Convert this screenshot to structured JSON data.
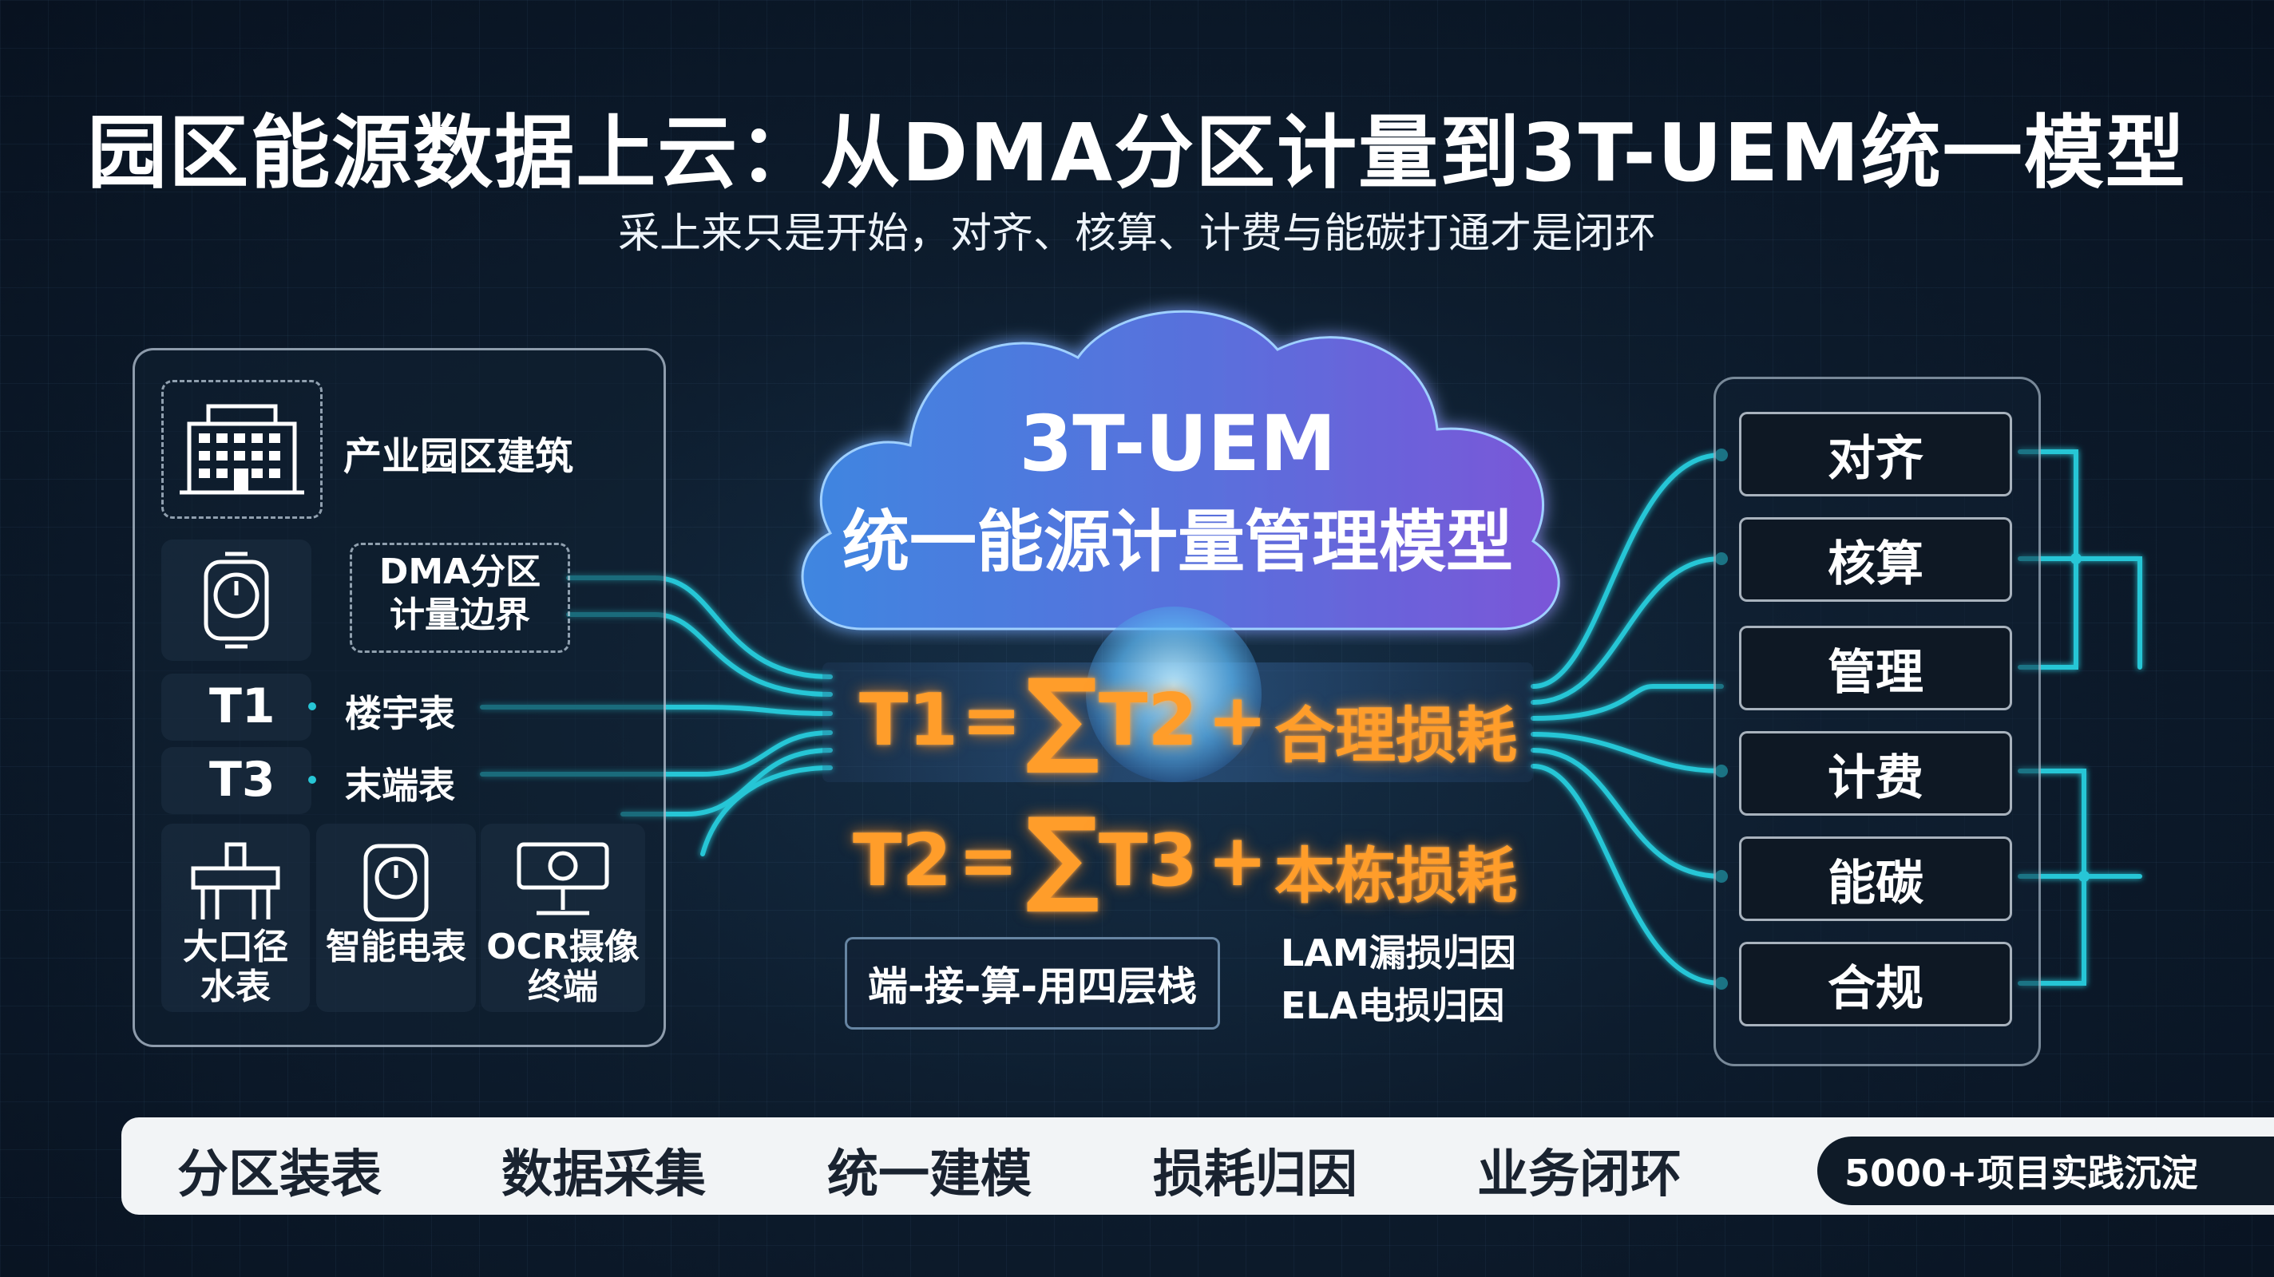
{
  "title": "园区能源数据上云：从DMA分区计量到3T-UEM统一模型",
  "subtitle": "采上来只是开始，对齐、核算、计费与能碳打通才是闭环",
  "left_panel": {
    "building_label": "产业园区建筑",
    "dma_line1": "DMA分区",
    "dma_line2": "计量边界",
    "t1_code": "T1",
    "t1_label": "楼宇表",
    "t3_code": "T3",
    "t3_label": "末端表",
    "devices": [
      {
        "line1": "大口径",
        "line2": "水表",
        "icon": "large-water-meter-icon"
      },
      {
        "line1": "智能电表",
        "line2": "",
        "icon": "smart-meter-icon"
      },
      {
        "line1": "OCR摄像",
        "line2": "终端",
        "icon": "ocr-camera-icon"
      }
    ]
  },
  "cloud": {
    "line1": "3T-UEM",
    "line2": "统一能源计量管理模型"
  },
  "formulas": {
    "f1": {
      "lhs": "T1",
      "eq": "=",
      "sigma": "∑",
      "term": "T2",
      "plus": "+",
      "rest": "合理损耗"
    },
    "f2": {
      "lhs": "T2",
      "eq": "=",
      "sigma": "∑",
      "term": "T3",
      "plus": "+",
      "rest": "本栋损耗"
    }
  },
  "stack_label": "端-接-算-用四层栈",
  "attribution": {
    "line1": "LAM漏损归因",
    "line2": "ELA电损归因"
  },
  "right_panel": {
    "items": [
      "对齐",
      "核算",
      "管理",
      "计费",
      "能碳",
      "合规"
    ]
  },
  "bottom_bar": {
    "items": [
      "分区装表",
      "数据采集",
      "统一建模",
      "损耗归因",
      "业务闭环"
    ],
    "badge": "5000+项目实践沉淀"
  },
  "colors": {
    "accent_teal": "#27c6d6",
    "formula_orange": "#ff9d2a",
    "cloud_blue": "#3f7fd6",
    "cloud_purple": "#7b56d8"
  }
}
